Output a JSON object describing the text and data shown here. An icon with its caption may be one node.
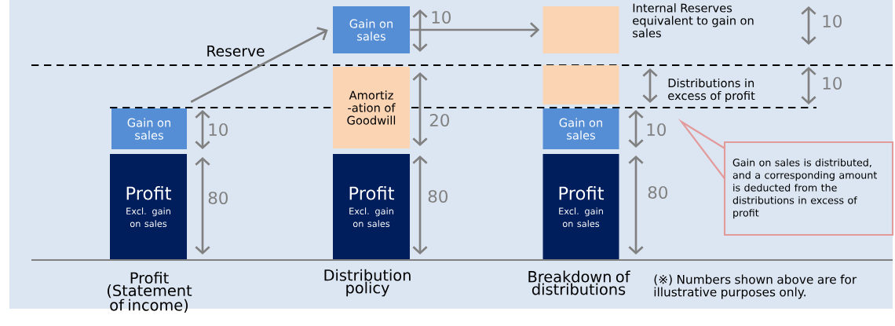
{
  "diagram": {
    "nodes": [
      {
        "text": [
          "Gain on sales"
        ]
      },
      {
        "text": [
          "Profit",
          "Excl. gain on sales"
        ]
      },
      {
        "text": [
          "Gain on sales"
        ]
      },
      {
        "text": [
          "Amortiz -ation of Goodwill"
        ]
      },
      {
        "text": [
          "Profit",
          "Excl. gain on sales"
        ]
      },
      {
        "text": [],
        "shape": "box",
        "beside": [
          "Internal Reserves equivalent to gain on sales"
        ]
      },
      {
        "text": [],
        "shape": "box"
      },
      {
        "text": [
          "Gain on sales"
        ]
      },
      {
        "text": [
          "Profit",
          "Excl. gain on sales"
        ]
      },
      {
        "text": [
          "Gain on sales is distributed, and a corresponding amount is deducted from the distributions in excess of profit"
        ]
      }
    ],
    "edges": [
      {
        "from": 0,
        "to": 2,
        "arrow": "to",
        "label": "Reserve"
      },
      {
        "from": 2,
        "to": 5,
        "arrow": "to"
      }
    ],
    "labels": [
      "10",
      "10",
      "10",
      "20",
      "10",
      "10",
      "80",
      "80",
      "80",
      "Profit (Statement of income)",
      "Distribution policy",
      "Breakdown of distributions",
      "(※) Numbers shown above are for illustrative purposes only.",
      "Distributions in excess of profit"
    ]
  }
}
